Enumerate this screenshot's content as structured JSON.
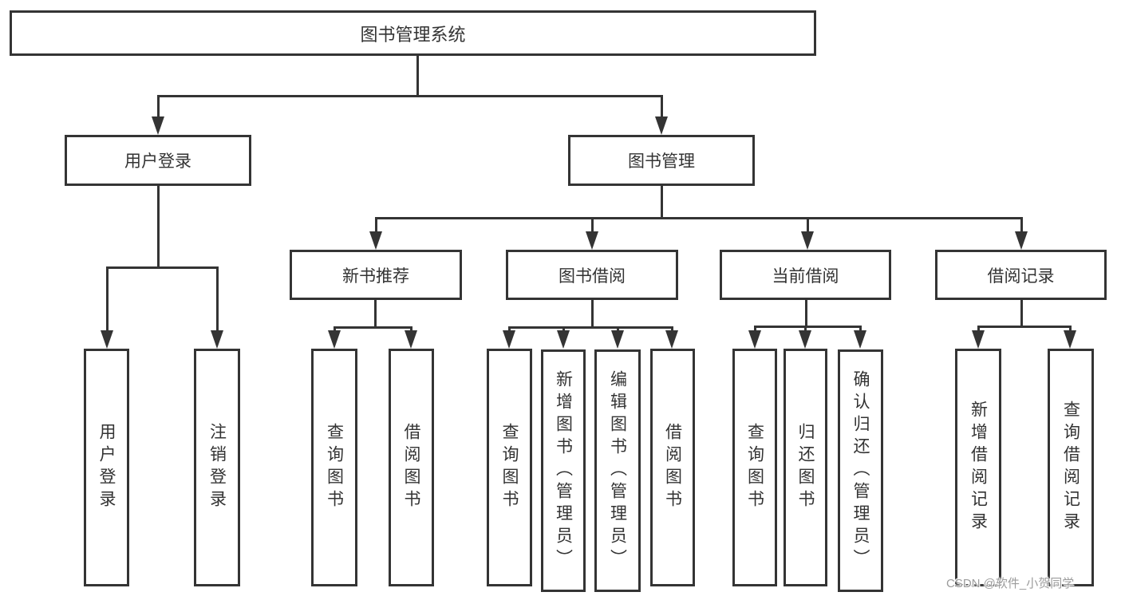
{
  "tree": {
    "label": "图书管理系统",
    "children": [
      {
        "label": "用户登录",
        "children": [
          {
            "label": "用户登录"
          },
          {
            "label": "注销登录"
          }
        ]
      },
      {
        "label": "图书管理",
        "children": [
          {
            "label": "新书推荐",
            "children": [
              {
                "label": "查询图书"
              },
              {
                "label": "借阅图书"
              }
            ]
          },
          {
            "label": "图书借阅",
            "children": [
              {
                "label": "查询图书"
              },
              {
                "label": "新增图书（管理员）"
              },
              {
                "label": "编辑图书（管理员）"
              },
              {
                "label": "借阅图书"
              }
            ]
          },
          {
            "label": "当前借阅",
            "children": [
              {
                "label": "查询图书"
              },
              {
                "label": "归还图书"
              },
              {
                "label": "确认归还（管理员）"
              }
            ]
          },
          {
            "label": "借阅记录",
            "children": [
              {
                "label": "新增借阅记录"
              },
              {
                "label": "查询借阅记录"
              }
            ]
          }
        ]
      }
    ]
  },
  "watermark": {
    "text": "CSDN @软件_小贺同学"
  },
  "colors": {
    "line": "#343434",
    "text": "#333333",
    "watermark": "#9c9c9c",
    "background": "#ffffff"
  }
}
